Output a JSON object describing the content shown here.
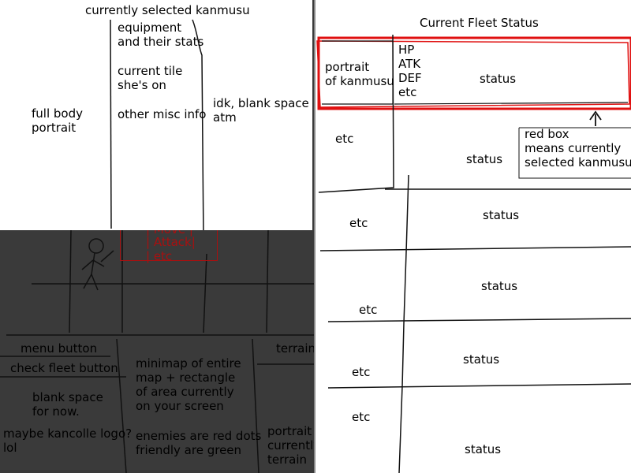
{
  "unit_panel": {
    "title": "currently selected kanmusu",
    "portrait_note": "full body\nportrait",
    "equipment_note": "equipment\nand their stats",
    "tile_note": "current tile\nshe's on",
    "misc_note": "other misc info",
    "blank_note": "idk, blank space\natm"
  },
  "map_area": {
    "action_menu": [
      "| Move |",
      "| Attack|",
      "| etc"
    ]
  },
  "bottom_hud": {
    "menu_button": "menu button",
    "check_fleet_button": "check fleet button",
    "blank_space": "blank space\nfor now.",
    "logo_note": "maybe kancolle logo?\nlol",
    "minimap_note": "minimap of entire\nmap + rectangle\nof area currently\non your screen",
    "minimap_legend": "enemies are red dots\nfriendly are green",
    "terrain_label": "terrain",
    "terrain_portrait": "portrait o\ncurrently\nterrain"
  },
  "fleet_panel": {
    "title": "Current Fleet Status",
    "selected_row": {
      "portrait": "portrait\nof kanmusu",
      "stats": "HP\nATK\nDEF\netc",
      "status": "status"
    },
    "rows": [
      {
        "etc": "etc",
        "status": "status"
      },
      {
        "etc": "etc",
        "status": "status"
      },
      {
        "etc": "etc",
        "status": "status"
      },
      {
        "etc": "etc",
        "status": "status"
      },
      {
        "etc": "etc",
        "status": "status"
      }
    ],
    "annotation": "red box\nmeans currently\nselected kanmusu"
  },
  "colors": {
    "selected_box": "#e01010",
    "map_bg": "#3a3a3a",
    "menu_text": "#a81010"
  }
}
